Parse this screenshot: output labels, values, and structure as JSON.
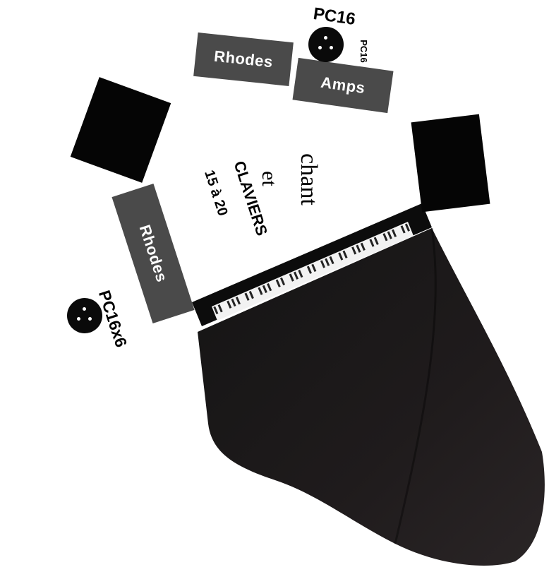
{
  "stage": {
    "boxes": {
      "rhodes_top": "Rhodes",
      "amps": "Amps",
      "rhodes_left": "Rhodes"
    },
    "labels": {
      "pc16_top": "PC16",
      "pc16_side": "PC16",
      "pc16x6": "PC16x6",
      "chant": "chant",
      "et": "et",
      "claviers": "CLAVIERS",
      "range": "15 à 20"
    }
  }
}
